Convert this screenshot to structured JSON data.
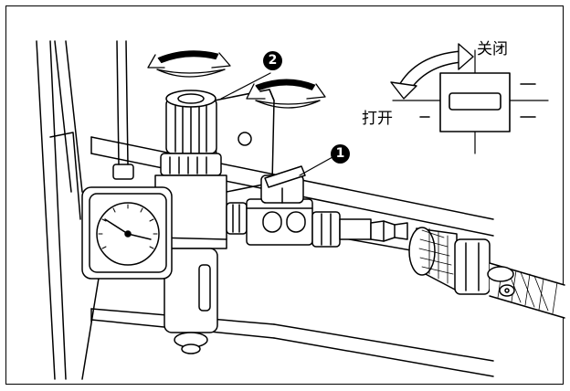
{
  "labels": {
    "close": "关闭",
    "open": "打开"
  },
  "markers": {
    "valve": "1",
    "regulator": "2"
  },
  "icons": {
    "rotate_arrow_upper": "rotate-arrow-icon",
    "rotate_arrow_lower": "rotate-arrow-icon",
    "switch_arrow": "double-arrow-icon"
  },
  "colors": {
    "ink": "#000000",
    "paper": "#ffffff"
  }
}
